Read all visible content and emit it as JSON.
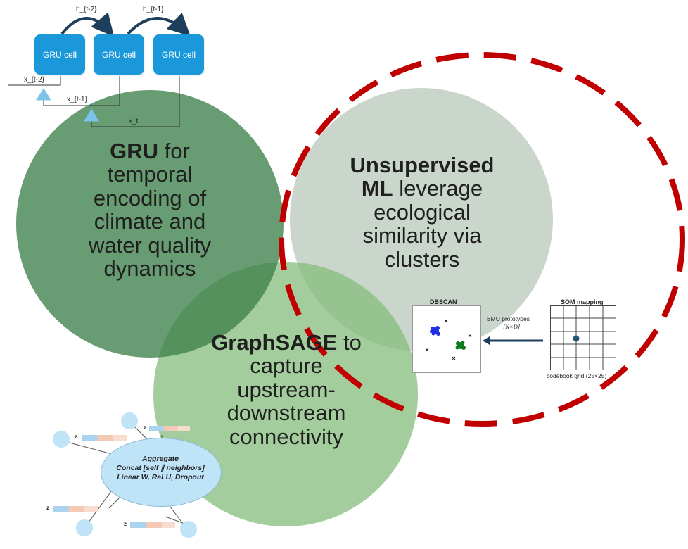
{
  "circles": {
    "gru": {
      "bold": "GRU",
      "rest": [
        " for",
        "temporal",
        "encoding of",
        "climate and",
        "water quality",
        "dynamics"
      ]
    },
    "unsupervised": {
      "bold1": "Unsupervised",
      "bold2": "ML",
      "rest": [
        " leverage",
        "ecological",
        "similarity via",
        "clusters"
      ]
    },
    "graphsage": {
      "bold": "GraphSAGE",
      "rest": [
        " to",
        "capture",
        "upstream-",
        "downstream",
        "connectivity"
      ]
    }
  },
  "gru_diagram": {
    "cells": [
      "GRU cell",
      "GRU cell",
      "GRU cell"
    ],
    "hidden_labels": [
      "h_{t-2}",
      "h_{t-1}"
    ],
    "inputs": [
      "x_{t-2}",
      "x_{t-1}",
      "x_t"
    ]
  },
  "clustering_diagram": {
    "dbscan_title": "DBSCAN",
    "som_title": "SOM mapping",
    "arrow_label": "BMU prototypes",
    "arrow_sublabel": "[N×D]",
    "grid_caption": "codebook grid (25×25)"
  },
  "graphsage_diagram": {
    "aggregate_lines": [
      "Aggregate",
      "Concat [self ∥ neighbors]",
      "Linear W, ReLU, Dropout"
    ],
    "z_label": "z"
  },
  "colors": {
    "gru_circle": "#4e8a5b",
    "unsupervised_circle": "#bccdbf",
    "graphsage_circle": "#97c88f",
    "dashed_ellipse": "#c00000",
    "gru_cell": "#1a98d9",
    "aggregate_node": "#bfe3f7"
  }
}
